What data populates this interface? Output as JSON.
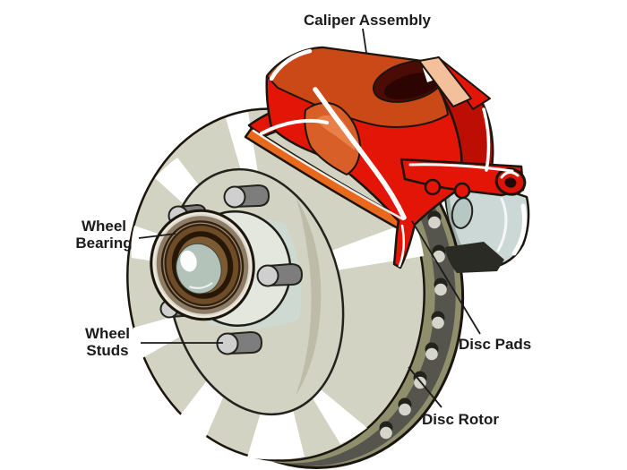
{
  "diagram": {
    "type": "labeled-technical-illustration",
    "subject": "Disc brake assembly",
    "parts": [
      {
        "id": "caliper-assembly",
        "label": "Caliper Assembly"
      },
      {
        "id": "wheel-bearing",
        "label": "Wheel\nBearing"
      },
      {
        "id": "wheel-studs",
        "label": "Wheel\nStuds"
      },
      {
        "id": "disc-pads",
        "label": "Disc Pads"
      },
      {
        "id": "disc-rotor",
        "label": "Disc Rotor"
      }
    ],
    "colors": {
      "background": "#ffffff",
      "label_text": "#1b1b1b",
      "leader_line": "#1b1b1b",
      "caliper_red": "#e21507",
      "caliper_dark_red": "#bc0e03",
      "caliper_rust_top": "#cb4817",
      "caliper_hole": "#4a0c05",
      "caliper_orange": "#e8681c",
      "caliper_arch_orange": "#d95f28",
      "caliper_peach": "#f4c09c",
      "rotor_face": "#d3d3c3",
      "rotor_band_dark": "#55554e",
      "rotor_rim_olive": "#8f8f6e",
      "hub_flat_blue": "#cdd9d3",
      "bracket_silver": "#ccd8d5",
      "bearing_brown_dark": "#33200e",
      "bearing_brown_light": "#6f4c28",
      "bearing_dome_green": "#b4c3ba",
      "stud_body_gray": "#7d7d7d",
      "stud_face_gray": "#cfcfcf",
      "outline": "#1b150e"
    }
  }
}
